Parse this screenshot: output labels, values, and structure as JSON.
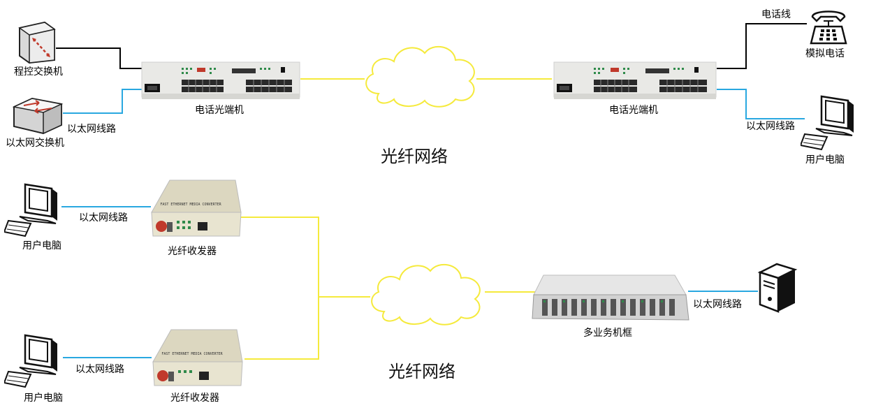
{
  "labels": {
    "pbx": "程控交换机",
    "eth_switch": "以太网交换机",
    "eth_line": "以太网线路",
    "phone_line": "电话线",
    "phone_optical_terminal": "电话光端机",
    "analog_phone": "模拟电话",
    "user_pc": "用户电脑",
    "fiber_network": "光纤网络",
    "fiber_transceiver": "光纤收发器",
    "multiservice_chassis": "多业务机框"
  },
  "device_text": {
    "converter_front": "FAST ETHERNET  MEDIA CONVERTER"
  },
  "colors": {
    "fiber_line": "#f5ea3c",
    "ethernet_line": "#29a8e0",
    "phone_line": "#000000",
    "cloud_outline": "#f5ea3c",
    "device_body": "#e9e9e6",
    "port_green": "#2f8a4a"
  }
}
